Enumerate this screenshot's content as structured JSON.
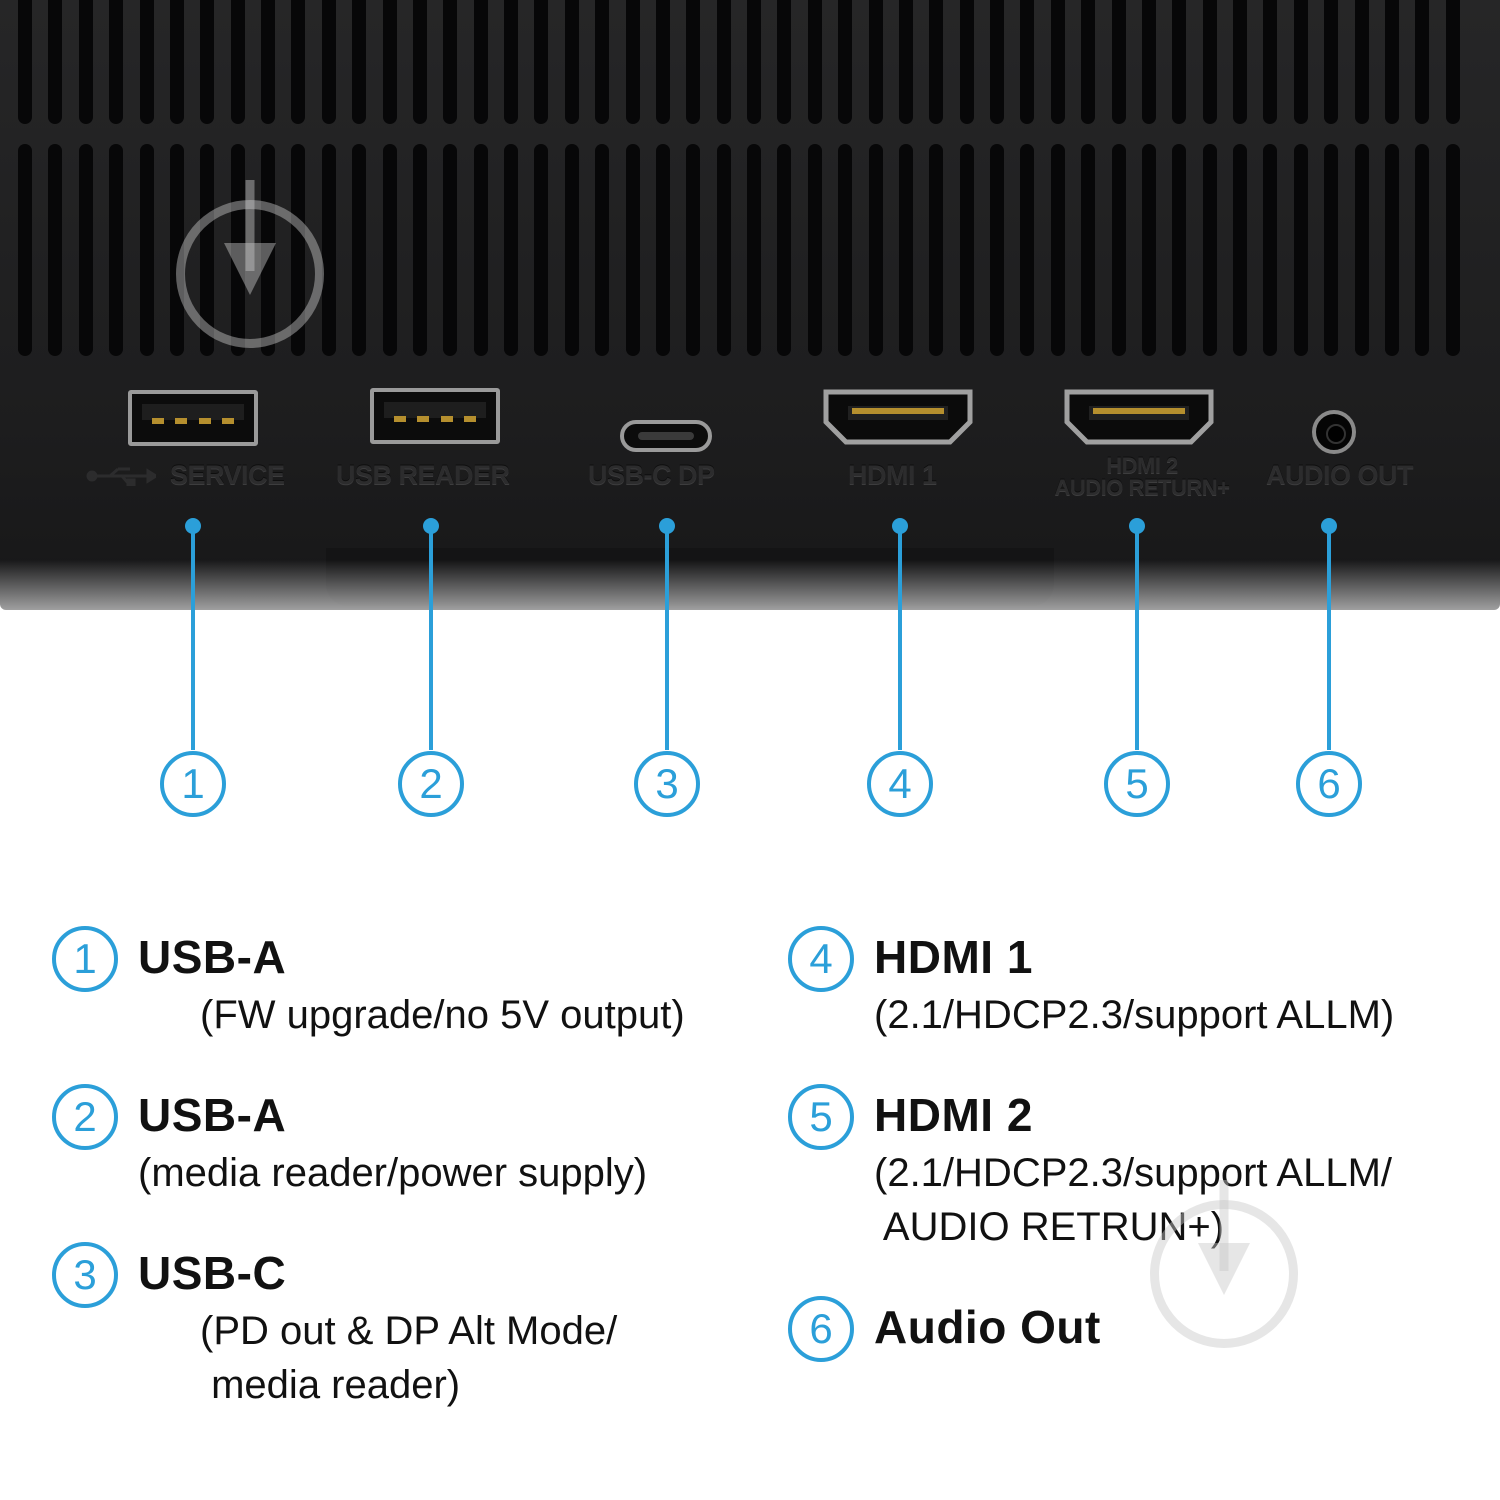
{
  "device": {
    "port_labels": {
      "service": "SERVICE",
      "usb_reader": "USB READER",
      "usbc_dp": "USB-C DP",
      "hdmi1": "HDMI 1",
      "hdmi2_line1": "HDMI 2",
      "hdmi2_line2": "AUDIO RETURN+",
      "audio_out": "AUDIO OUT"
    }
  },
  "callouts": [
    "1",
    "2",
    "3",
    "4",
    "5",
    "6"
  ],
  "legend": [
    {
      "num": "1",
      "title": "USB-A",
      "desc": "(FW upgrade/no 5V output)"
    },
    {
      "num": "2",
      "title": "USB-A",
      "desc": "(media reader/power supply)"
    },
    {
      "num": "3",
      "title": "USB-C",
      "desc": "(PD out & DP Alt Mode/\n media reader)"
    },
    {
      "num": "4",
      "title": "HDMI 1",
      "desc": "(2.1/HDCP2.3/support ALLM)"
    },
    {
      "num": "5",
      "title": "HDMI 2",
      "desc": "(2.1/HDCP2.3/support ALLM/\n AUDIO RETRUN+)"
    },
    {
      "num": "6",
      "title": "Audio Out",
      "desc": ""
    }
  ],
  "colors": {
    "accent": "#2b9fd9",
    "device": "#1f1f20",
    "text": "#111111"
  },
  "icons": [
    "usb-icon",
    "watermark-download-icon"
  ]
}
